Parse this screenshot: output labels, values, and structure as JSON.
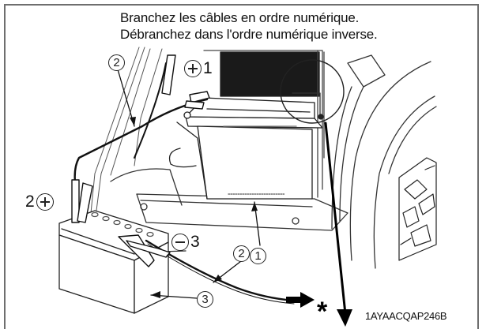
{
  "instructions": {
    "line1": "Branchez les câbles en ordre numérique.",
    "line2": "Débranchez dans l'ordre numérique inverse."
  },
  "callouts": {
    "cable_upper": "2",
    "cable_lower": "2",
    "machine_battery": "1",
    "booster_battery": "3"
  },
  "terminals": {
    "machine_positive": {
      "symbol": "plus-icon",
      "number": "1"
    },
    "booster_positive": {
      "symbol": "plus-icon",
      "number": "2"
    },
    "booster_negative": {
      "symbol": "minus-icon",
      "number": "3"
    }
  },
  "ground_marker": "*",
  "figure_code": "1AYAACQAP246B"
}
